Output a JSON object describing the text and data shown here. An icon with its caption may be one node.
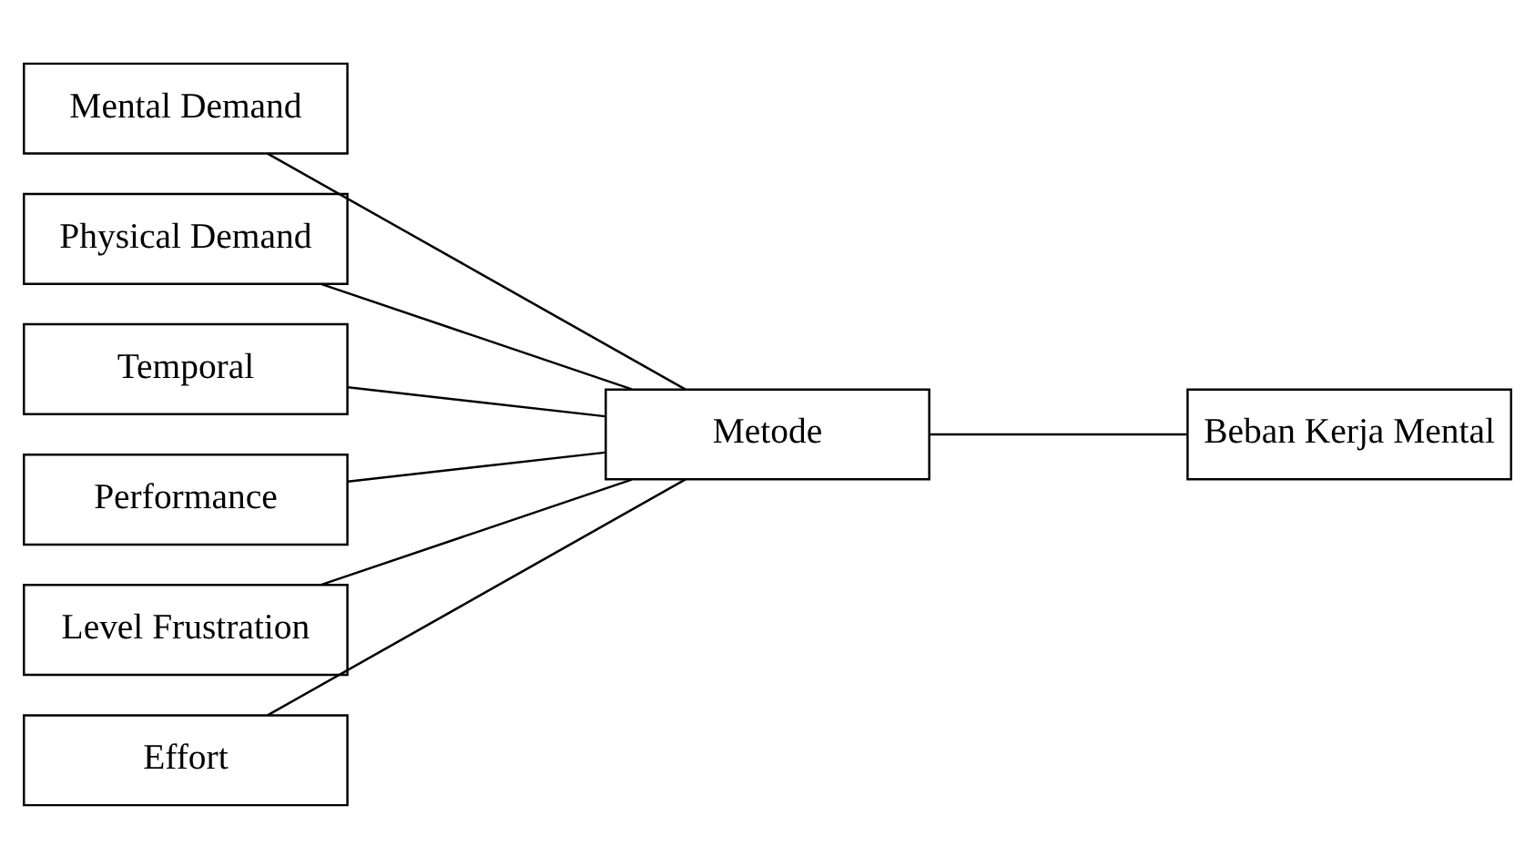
{
  "diagram": {
    "nodes": [
      {
        "text": [
          "Mental Demand"
        ]
      },
      {
        "text": [
          "Physical Demand"
        ]
      },
      {
        "text": [
          "Temporal"
        ]
      },
      {
        "text": [
          "Performance"
        ]
      },
      {
        "text": [
          "Level Frustration"
        ]
      },
      {
        "text": [
          "Effort"
        ]
      },
      {
        "text": [
          "Metode"
        ]
      },
      {
        "text": [
          "Beban Kerja Mental"
        ]
      }
    ],
    "edges": [
      {
        "from": 0,
        "to": 6,
        "arrow": "none"
      },
      {
        "from": 1,
        "to": 6,
        "arrow": "none"
      },
      {
        "from": 2,
        "to": 6,
        "arrow": "none"
      },
      {
        "from": 3,
        "to": 6,
        "arrow": "none"
      },
      {
        "from": 4,
        "to": 6,
        "arrow": "none"
      },
      {
        "from": 5,
        "to": 6,
        "arrow": "none"
      },
      {
        "from": 6,
        "to": 7,
        "arrow": "none"
      }
    ]
  }
}
